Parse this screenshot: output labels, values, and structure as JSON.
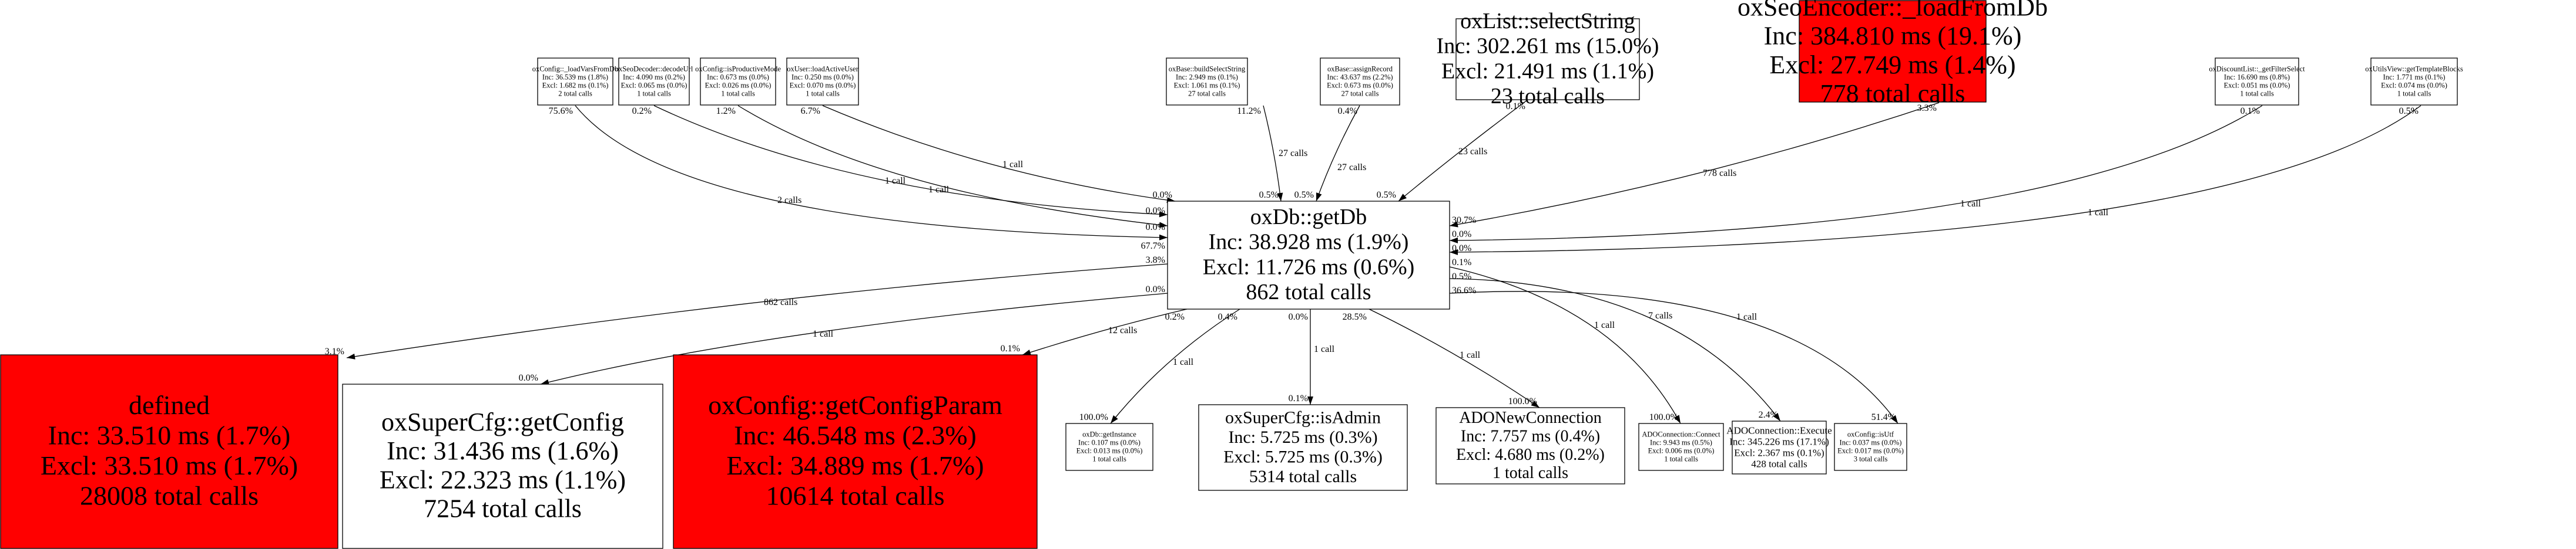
{
  "graph": {
    "nodes": [
      {
        "id": "loadVarsFromDb",
        "name": "oxConfig::_loadVarsFromDb",
        "inc": "Inc: 36.539 ms (1.8%)",
        "excl": "Excl: 1.682 ms (0.1%)",
        "calls": "2 total calls",
        "fill": "#ffffff"
      },
      {
        "id": "decodeUrl",
        "name": "oxSeoDecoder::decodeUrl",
        "inc": "Inc: 4.090 ms (0.2%)",
        "excl": "Excl: 0.065 ms (0.0%)",
        "calls": "1 total calls",
        "fill": "#ffffff"
      },
      {
        "id": "isProductiveMode",
        "name": "oxConfig::isProductiveMode",
        "inc": "Inc: 0.673 ms (0.0%)",
        "excl": "Excl: 0.026 ms (0.0%)",
        "calls": "1 total calls",
        "fill": "#ffffff"
      },
      {
        "id": "loadActiveUser",
        "name": "oxUser::loadActiveUser",
        "inc": "Inc: 0.250 ms (0.0%)",
        "excl": "Excl: 0.070 ms (0.0%)",
        "calls": "1 total calls",
        "fill": "#ffffff"
      },
      {
        "id": "buildSelectString",
        "name": "oxBase::buildSelectString",
        "inc": "Inc: 2.949 ms (0.1%)",
        "excl": "Excl: 1.061 ms (0.1%)",
        "calls": "27 total calls",
        "fill": "#ffffff"
      },
      {
        "id": "assignRecord",
        "name": "oxBase::assignRecord",
        "inc": "Inc: 43.637 ms (2.2%)",
        "excl": "Excl: 0.673 ms (0.0%)",
        "calls": "27 total calls",
        "fill": "#ffffff"
      },
      {
        "id": "selectString",
        "name": "oxList::selectString",
        "inc": "Inc: 302.261 ms (15.0%)",
        "excl": "Excl: 21.491 ms (1.1%)",
        "calls": "23 total calls",
        "fill": "#ffffff"
      },
      {
        "id": "loadFromDb",
        "name": "oxSeoEncoder::_loadFromDb",
        "inc": "Inc: 384.810 ms (19.1%)",
        "excl": "Excl: 27.749 ms (1.4%)",
        "calls": "778 total calls",
        "fill": "#ff0000"
      },
      {
        "id": "getFilterSelect",
        "name": "oxDiscountList::_getFilterSelect",
        "inc": "Inc: 16.690 ms (0.8%)",
        "excl": "Excl: 0.051 ms (0.0%)",
        "calls": "1 total calls",
        "fill": "#ffffff"
      },
      {
        "id": "getTemplateBlocks",
        "name": "oxUtilsView::getTemplateBlocks",
        "inc": "Inc: 1.771 ms (0.1%)",
        "excl": "Excl: 0.074 ms (0.0%)",
        "calls": "1 total calls",
        "fill": "#ffffff"
      },
      {
        "id": "getDb",
        "name": "oxDb::getDb",
        "inc": "Inc: 38.928 ms (1.9%)",
        "excl": "Excl: 11.726 ms (0.6%)",
        "calls": "862 total calls",
        "fill": "#ffffff"
      },
      {
        "id": "defined",
        "name": "defined",
        "inc": "Inc: 33.510 ms (1.7%)",
        "excl": "Excl: 33.510 ms (1.7%)",
        "calls": "28008 total calls",
        "fill": "#ff0000"
      },
      {
        "id": "getConfig",
        "name": "oxSuperCfg::getConfig",
        "inc": "Inc: 31.436 ms (1.6%)",
        "excl": "Excl: 22.323 ms (1.1%)",
        "calls": "7254 total calls",
        "fill": "#ffffff"
      },
      {
        "id": "getConfigParam",
        "name": "oxConfig::getConfigParam",
        "inc": "Inc: 46.548 ms (2.3%)",
        "excl": "Excl: 34.889 ms (1.7%)",
        "calls": "10614 total calls",
        "fill": "#ff0000"
      },
      {
        "id": "getInstance",
        "name": "oxDb::getInstance",
        "inc": "Inc: 0.107 ms (0.0%)",
        "excl": "Excl: 0.013 ms (0.0%)",
        "calls": "1 total calls",
        "fill": "#ffffff"
      },
      {
        "id": "isAdmin",
        "name": "oxSuperCfg::isAdmin",
        "inc": "Inc: 5.725 ms (0.3%)",
        "excl": "Excl: 5.725 ms (0.3%)",
        "calls": "5314 total calls",
        "fill": "#ffffff"
      },
      {
        "id": "newConnection",
        "name": "ADONewConnection",
        "inc": "Inc: 7.757 ms (0.4%)",
        "excl": "Excl: 4.680 ms (0.2%)",
        "calls": "1 total calls",
        "fill": "#ffffff"
      },
      {
        "id": "connect",
        "name": "ADOConnection::Connect",
        "inc": "Inc: 9.943 ms (0.5%)",
        "excl": "Excl: 0.006 ms (0.0%)",
        "calls": "1 total calls",
        "fill": "#ffffff"
      },
      {
        "id": "execute",
        "name": "ADOConnection::Execute",
        "inc": "Inc: 345.226 ms (17.1%)",
        "excl": "Excl: 2.367 ms (0.1%)",
        "calls": "428 total calls",
        "fill": "#ffffff"
      },
      {
        "id": "isUtf",
        "name": "oxConfig::isUtf",
        "inc": "Inc: 0.037 ms (0.0%)",
        "excl": "Excl: 0.017 ms (0.0%)",
        "calls": "3 total calls",
        "fill": "#ffffff"
      }
    ],
    "edges": [
      {
        "from": "loadVarsFromDb",
        "to": "getDb",
        "from_pct": "75.6%",
        "calls": "2 calls",
        "to_pct": "67.7%"
      },
      {
        "from": "decodeUrl",
        "to": "getDb",
        "from_pct": "0.2%",
        "calls": "1 call",
        "to_pct": "0.0%"
      },
      {
        "from": "isProductiveMode",
        "to": "getDb",
        "from_pct": "1.2%",
        "calls": "1 call",
        "to_pct": "0.0%"
      },
      {
        "from": "loadActiveUser",
        "to": "getDb",
        "from_pct": "6.7%",
        "calls": "1 call",
        "to_pct": "0.0%"
      },
      {
        "from": "buildSelectString",
        "to": "getDb",
        "from_pct": "11.2%",
        "calls": "27 calls",
        "to_pct": "0.5%"
      },
      {
        "from": "assignRecord",
        "to": "getDb",
        "from_pct": "0.4%",
        "calls": "27 calls",
        "to_pct": "0.5%"
      },
      {
        "from": "selectString",
        "to": "getDb",
        "from_pct": "0.1%",
        "calls": "23 calls",
        "to_pct": "0.5%"
      },
      {
        "from": "loadFromDb",
        "to": "getDb",
        "from_pct": "3.3%",
        "calls": "778 calls",
        "to_pct": "30.7%"
      },
      {
        "from": "getFilterSelect",
        "to": "getDb",
        "from_pct": "0.1%",
        "calls": "1 call",
        "to_pct": "0.0%"
      },
      {
        "from": "getTemplateBlocks",
        "to": "getDb",
        "from_pct": "0.5%",
        "calls": "1 call",
        "to_pct": "0.0%"
      },
      {
        "from": "getDb",
        "to": "defined",
        "from_pct": "3.8%",
        "calls": "862 calls",
        "to_pct": "3.1%"
      },
      {
        "from": "getDb",
        "to": "getConfig",
        "from_pct": "0.0%",
        "calls": "1 call",
        "to_pct": "0.0%"
      },
      {
        "from": "getDb",
        "to": "getConfigParam",
        "from_pct": "0.2%",
        "calls": "12 calls",
        "to_pct": "0.1%"
      },
      {
        "from": "getDb",
        "to": "getInstance",
        "from_pct": "0.4%",
        "calls": "1 call",
        "to_pct": "100.0%"
      },
      {
        "from": "getDb",
        "to": "isAdmin",
        "from_pct": "0.0%",
        "calls": "1 call",
        "to_pct": "0.1%"
      },
      {
        "from": "getDb",
        "to": "newConnection",
        "from_pct": "28.5%",
        "calls": "1 call",
        "to_pct": "100.0%"
      },
      {
        "from": "getDb",
        "to": "connect",
        "from_pct": "0.1%",
        "calls": "1 call",
        "to_pct": "100.0%"
      },
      {
        "from": "getDb",
        "to": "execute",
        "from_pct": "0.5%",
        "calls": "7 calls",
        "to_pct": "2.4%"
      },
      {
        "from": "getDb",
        "to": "isUtf",
        "from_pct": "36.6%",
        "calls": "1 call",
        "to_pct": "51.4%"
      }
    ]
  }
}
